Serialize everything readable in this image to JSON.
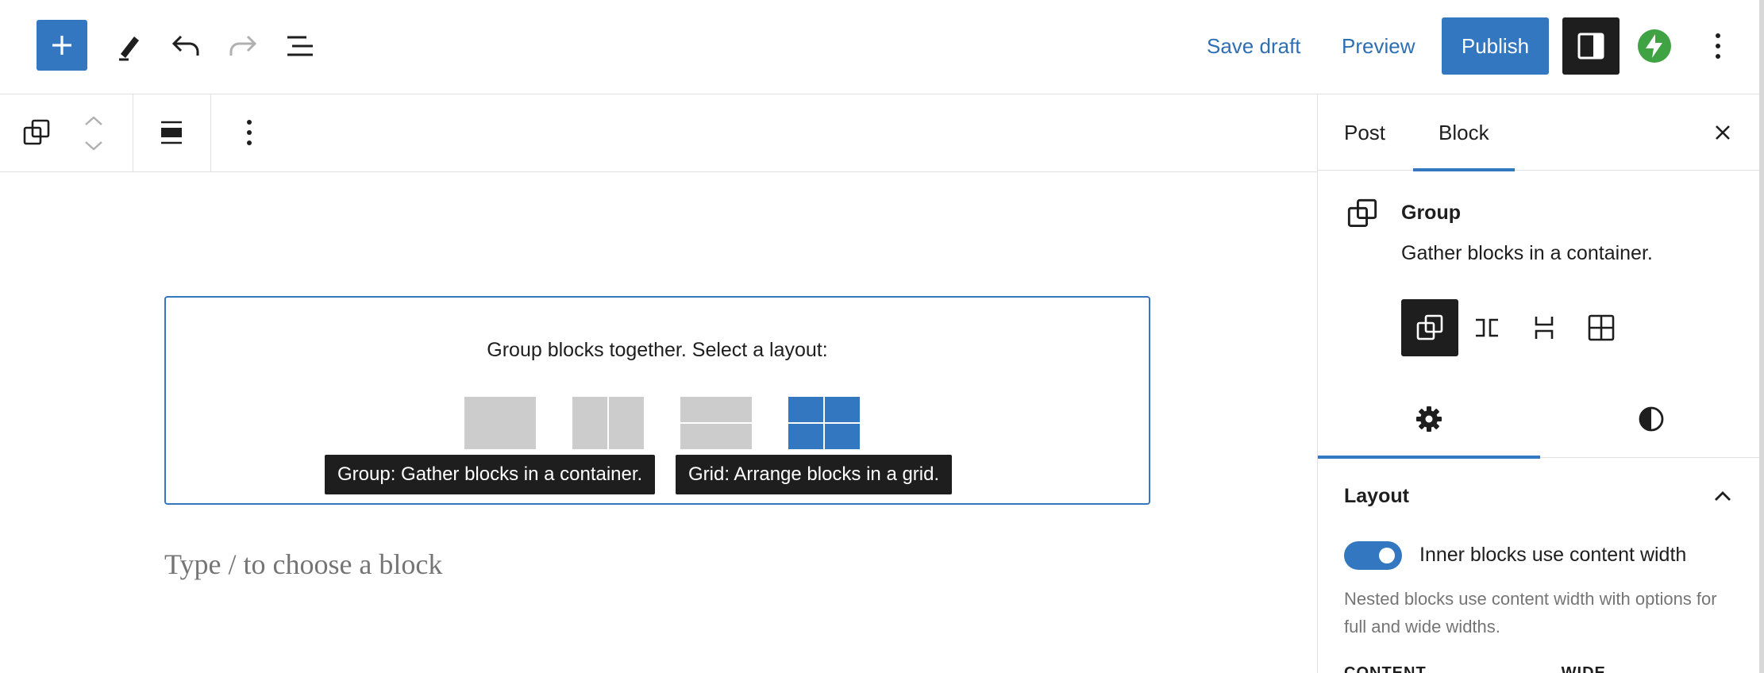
{
  "topbar": {
    "save_draft": "Save draft",
    "preview": "Preview",
    "publish": "Publish"
  },
  "canvas": {
    "instructions": "Group blocks together. Select a layout:",
    "tooltip_group": "Group: Gather blocks in a container.",
    "tooltip_grid": "Grid: Arrange blocks in a grid.",
    "appender": "Type / to choose a block"
  },
  "sidebar": {
    "tab_post": "Post",
    "tab_block": "Block",
    "block_title": "Group",
    "block_desc": "Gather blocks in a container.",
    "layout_title": "Layout",
    "toggle_label": "Inner blocks use content width",
    "help_text": "Nested blocks use content width with options for full and wide widths.",
    "cut_label_1": "CONTENT",
    "cut_label_2": "WIDE"
  },
  "colors": {
    "accent": "#3377c1",
    "jetpack": "#3fa344",
    "dark": "#1e1e1e"
  }
}
